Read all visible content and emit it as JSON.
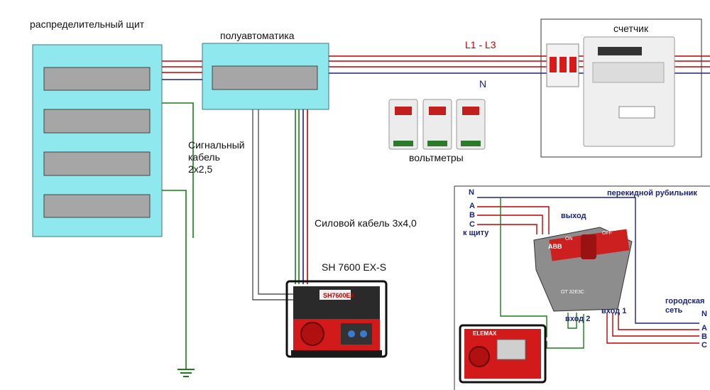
{
  "labels": {
    "panel": "распределительный щит",
    "semi_auto": "полуавтоматика",
    "meter": "счетчик",
    "phase_lines": "L1 - L3",
    "neutral": "N",
    "voltmeters": "вольтметры",
    "signal_cable": "Сигнальный\nкабель\n2х2,5",
    "power_cable": "Силовой кабель 3х4,0",
    "generator_model": "SH 7600 EX-S"
  },
  "switch_diagram": {
    "n_left": "N",
    "phase_a": "A",
    "phase_b": "B",
    "phase_c": "C",
    "to_panel": "к щиту",
    "changeover": "перекидной рубильник",
    "output": "выход",
    "input1": "вход 1",
    "input2": "вход 2",
    "city_grid": "городская\nсеть",
    "n_right": "N",
    "grid_a": "A",
    "grid_b": "B",
    "grid_c": "C",
    "switch_brand": "ABB",
    "switch_model": "OT 32E3C",
    "switch_on": "ON",
    "switch_off": "OFF",
    "gen_brand": "ELEMAX"
  },
  "devices": {
    "gen_model_plate": "SH7600EX"
  },
  "colors": {
    "panel_fill": "#8fe8ee",
    "slot_fill": "#a6a6a6",
    "phase_wire": "#c00000",
    "neutral_wire": "#1a237e",
    "ground_wire": "#1b7a1b",
    "signal_wire": "#555555",
    "generator_red": "#d21a1a"
  }
}
